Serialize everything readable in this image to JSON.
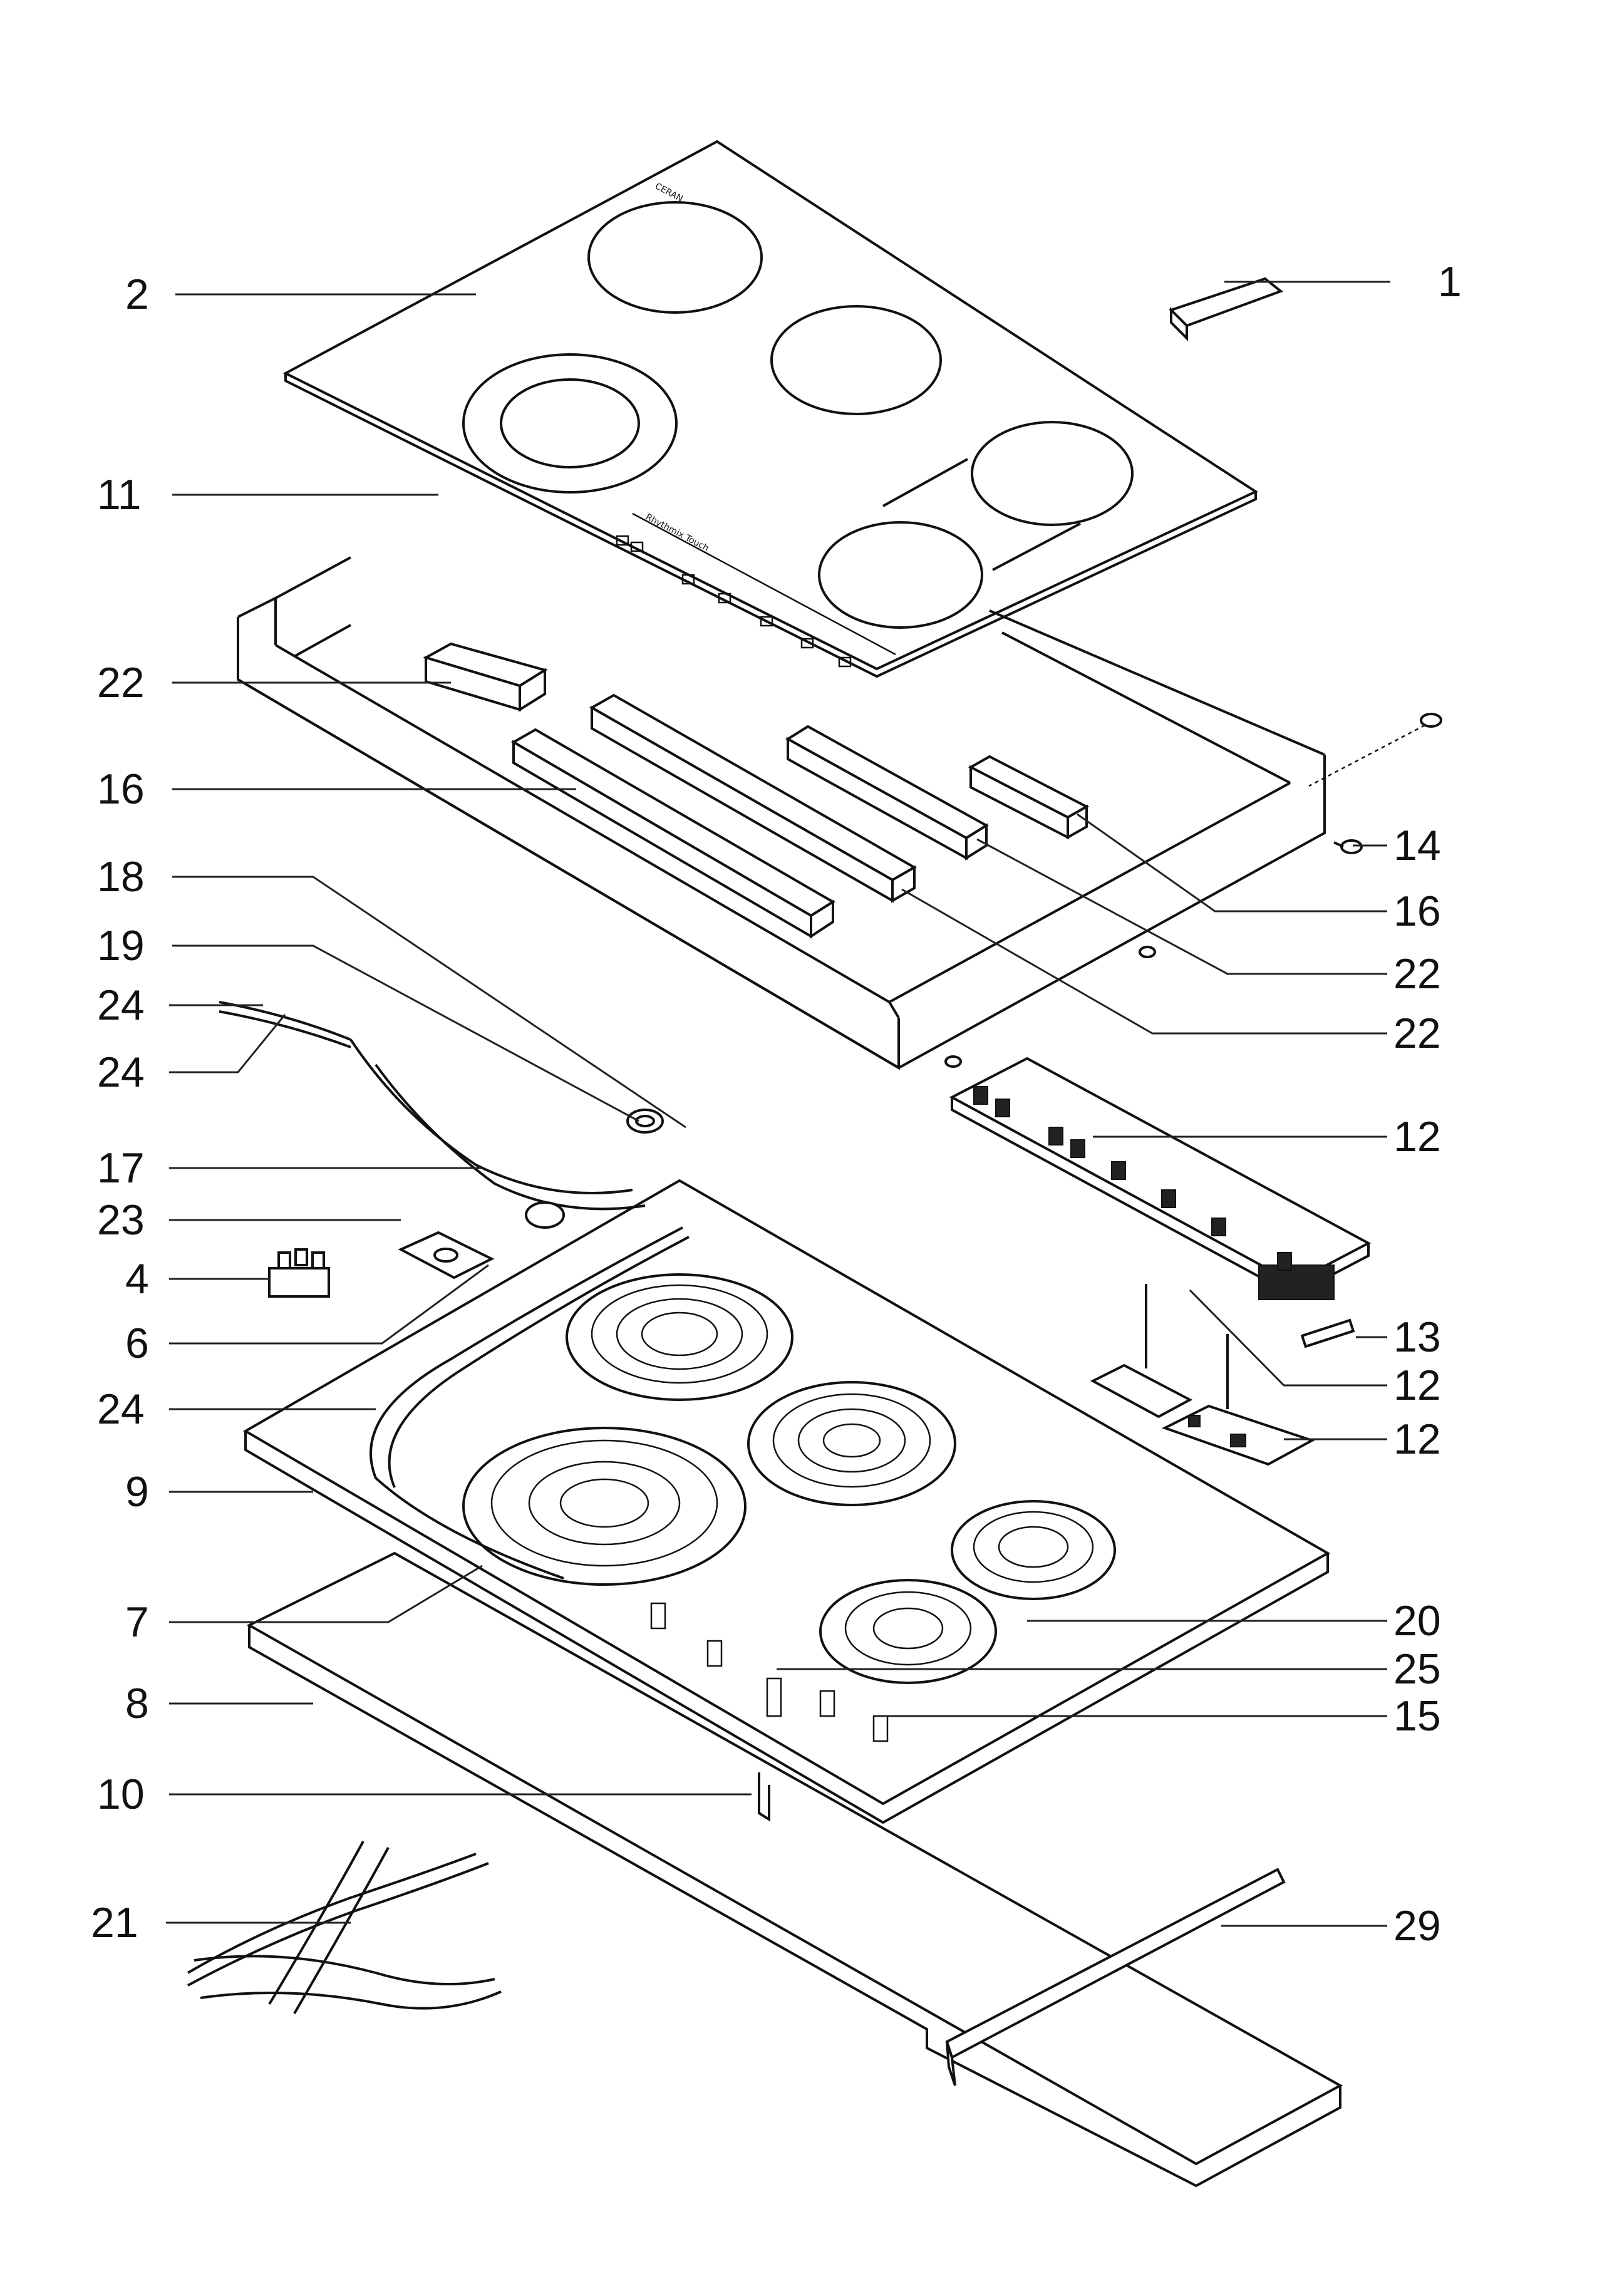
{
  "drawing": {
    "glass_top_brand": "CERAN",
    "glass_top_series": "Rhythmix Touch",
    "callouts": {
      "c1": "1",
      "c2": "2",
      "c11": "11",
      "c22a": "22",
      "c16a": "16",
      "c18": "18",
      "c19": "19",
      "c24a": "24",
      "c24b": "24",
      "c17": "17",
      "c23": "23",
      "c4": "4",
      "c6": "6",
      "c24c": "24",
      "c9": "9",
      "c7": "7",
      "c8": "8",
      "c10": "10",
      "c21": "21",
      "c14": "14",
      "c16b": "16",
      "c22b": "22",
      "c22c": "22",
      "c12a": "12",
      "c13": "13",
      "c12b": "12",
      "c12c": "12",
      "c20": "20",
      "c25": "25",
      "c15": "15",
      "c29": "29"
    }
  }
}
